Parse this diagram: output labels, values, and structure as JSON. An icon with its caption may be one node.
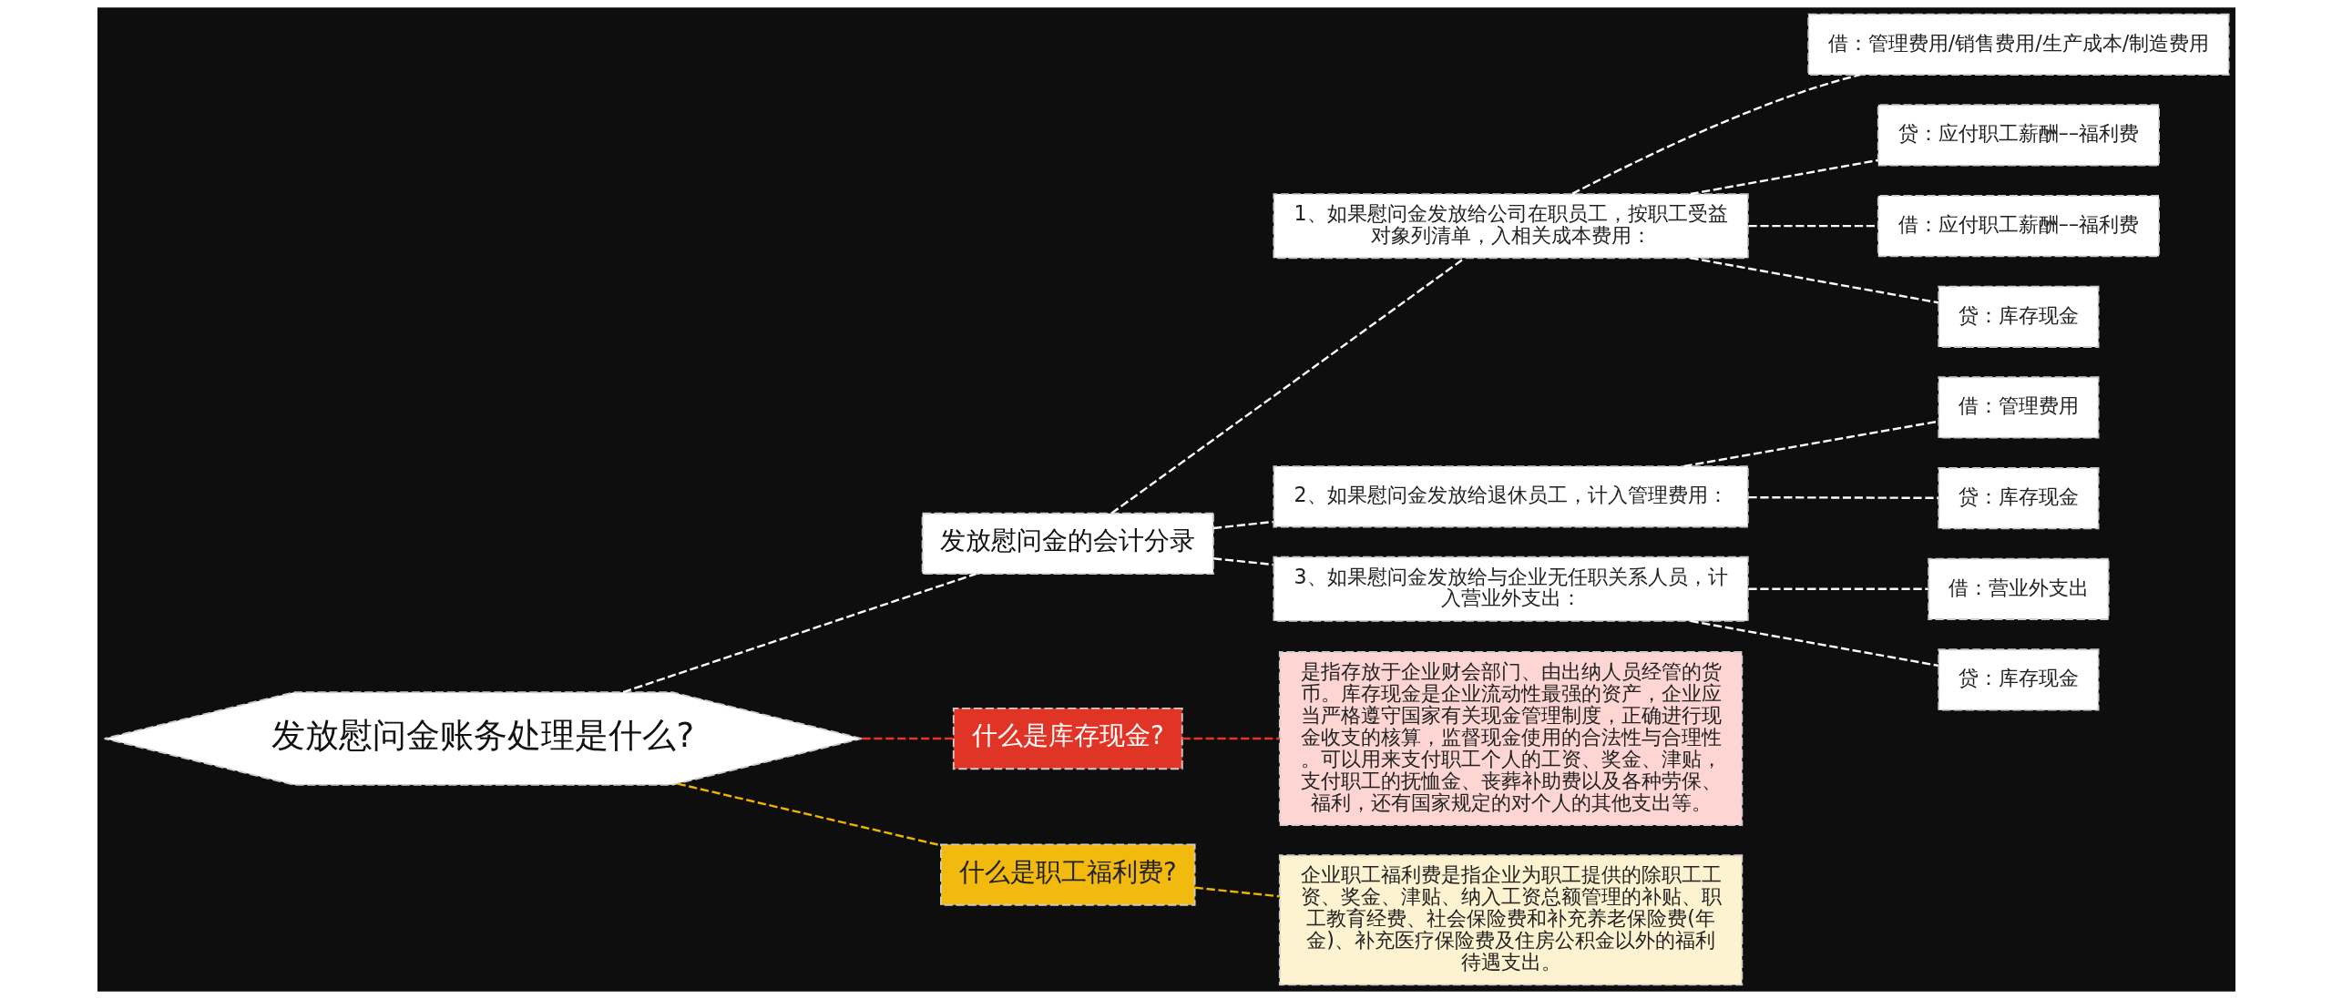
{
  "diagram": {
    "nodes": [
      {
        "text": [
          "发放慰问金账务处理是什么?"
        ]
      },
      {
        "text": [
          "发放慰问金的会计分录"
        ]
      },
      {
        "text": [
          "1、如果慰问金发放给公司在职员工，按职工受益对象列清单，入相关成本费用："
        ]
      },
      {
        "text": [
          "借：管理费用/销售费用/生产成本/制造费用"
        ]
      },
      {
        "text": [
          "贷：应付职工薪酬––福利费"
        ]
      },
      {
        "text": [
          "借：应付职工薪酬––福利费"
        ]
      },
      {
        "text": [
          "贷：库存现金"
        ]
      },
      {
        "text": [
          "2、如果慰问金发放给退休员工，计入管理费用："
        ]
      },
      {
        "text": [
          "借：管理费用"
        ]
      },
      {
        "text": [
          "贷：库存现金"
        ]
      },
      {
        "text": [
          "3、如果慰问金发放给与企业无任职关系人员，计入营业外支出："
        ]
      },
      {
        "text": [
          "借：营业外支出"
        ]
      },
      {
        "text": [
          "贷：库存现金"
        ]
      },
      {
        "text": [
          "什么是库存现金?"
        ]
      },
      {
        "text": [
          "是指存放于企业财会部门、由出纳人员经管的货币。库存现金是企业流动性最强的资产，企业应当严格遵守国家有关现金管理制度，正确进行现金收支的核算，监督现金使用的合法性与合理性。可以用来支付职工个人的工资、奖金、津贴，支付职工的抚恤金、丧葬补助费以及各种劳保、福利，还有国家规定的对个人的其他支出等。"
        ]
      },
      {
        "text": [
          "什么是职工福利费?"
        ]
      },
      {
        "text": [
          "企业职工福利费是指企业为职工提供的除职工工资、奖金、津贴、纳入工资总额管理的补贴、职工教育经费、社会保险费和补充养老保险费(年金)、补充医疗保险费及住房公积金以外的福利待遇支出。"
        ]
      }
    ],
    "edges": [
      {
        "from": 0,
        "to": 1,
        "arrow": "none",
        "style": "dashed"
      },
      {
        "from": 1,
        "to": 2,
        "arrow": "none",
        "style": "dashed"
      },
      {
        "from": 2,
        "to": 3,
        "arrow": "none",
        "style": "dashed"
      },
      {
        "from": 2,
        "to": 4,
        "arrow": "none",
        "style": "dashed"
      },
      {
        "from": 2,
        "to": 5,
        "arrow": "none",
        "style": "dashed"
      },
      {
        "from": 2,
        "to": 6,
        "arrow": "none",
        "style": "dashed"
      },
      {
        "from": 1,
        "to": 7,
        "arrow": "none",
        "style": "dashed"
      },
      {
        "from": 7,
        "to": 8,
        "arrow": "none",
        "style": "dashed"
      },
      {
        "from": 7,
        "to": 9,
        "arrow": "none",
        "style": "dashed"
      },
      {
        "from": 1,
        "to": 10,
        "arrow": "none",
        "style": "dashed"
      },
      {
        "from": 10,
        "to": 11,
        "arrow": "none",
        "style": "dashed"
      },
      {
        "from": 10,
        "to": 12,
        "arrow": "none",
        "style": "dashed"
      },
      {
        "from": 0,
        "to": 13,
        "arrow": "none",
        "style": "dashed",
        "color": "#e8322a"
      },
      {
        "from": 13,
        "to": 14,
        "arrow": "none",
        "style": "dashed",
        "color": "#e8322a"
      },
      {
        "from": 0,
        "to": 15,
        "arrow": "none",
        "style": "dashed",
        "color": "#f0b400"
      },
      {
        "from": 15,
        "to": 16,
        "arrow": "none",
        "style": "dashed",
        "color": "#f0b400"
      }
    ]
  }
}
